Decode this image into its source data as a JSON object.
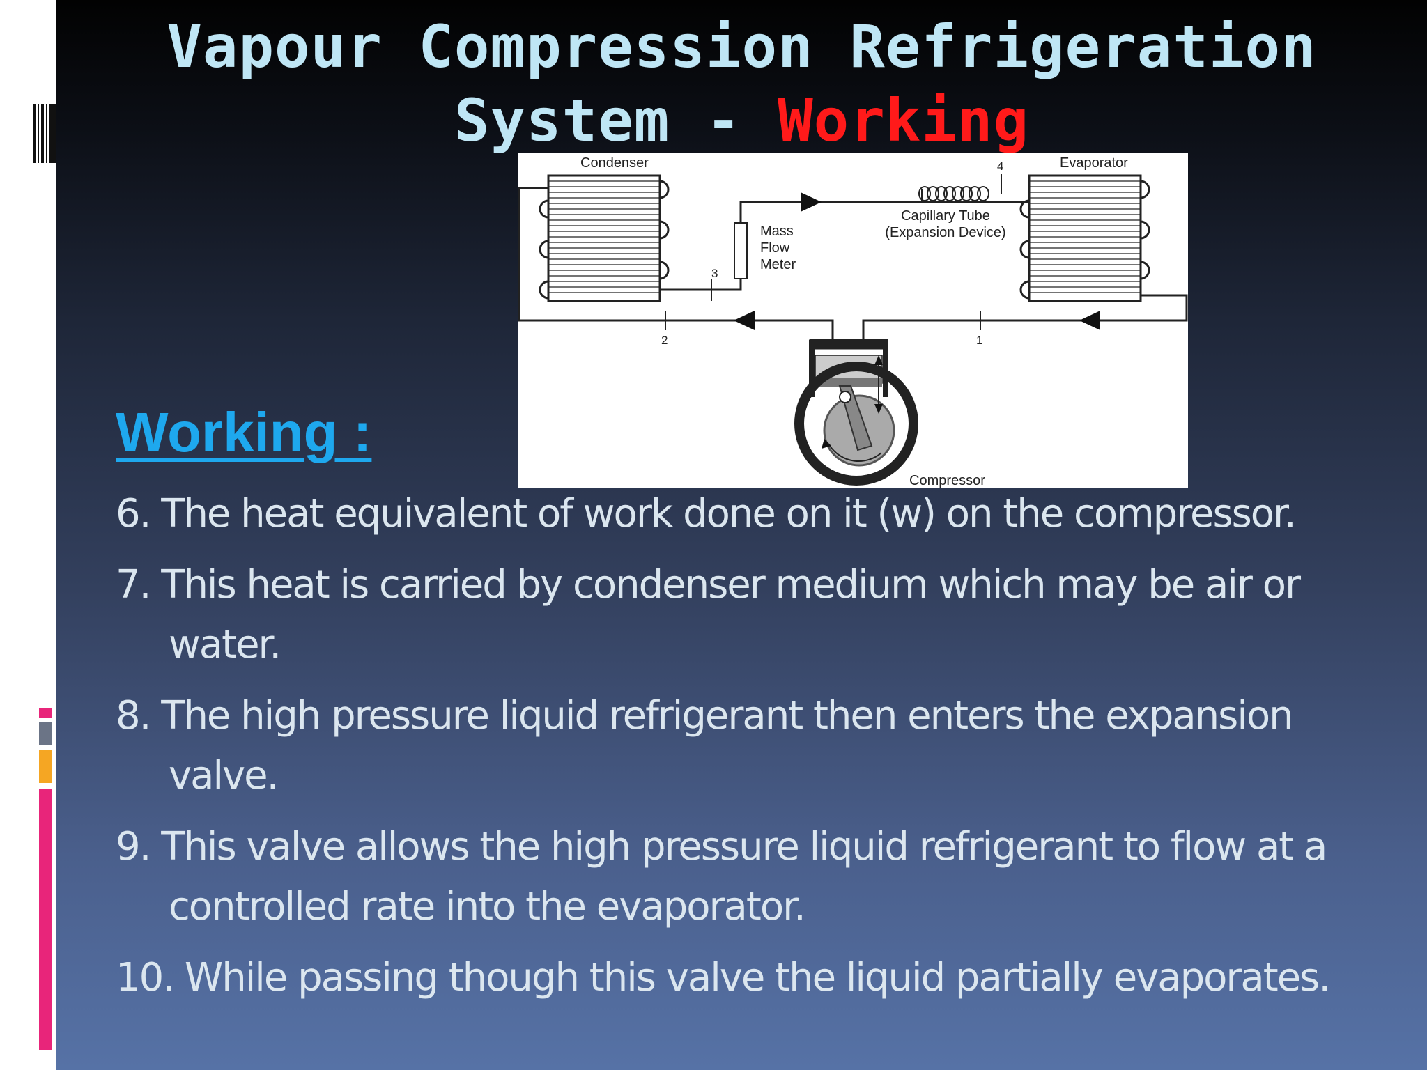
{
  "title": {
    "line1": "Vapour Compression Refrigeration",
    "line2_prefix": "System - ",
    "line2_highlight": "Working"
  },
  "section_heading": "Working :",
  "diagram": {
    "condenser_label": "Condenser",
    "evaporator_label": "Evaporator",
    "mass_flow_meter": [
      "Mass",
      "Flow",
      "Meter"
    ],
    "capillary_tube": [
      "Capillary Tube",
      "(Expansion Device)"
    ],
    "compressor_label": "Compressor",
    "state_points": [
      "1",
      "2",
      "3",
      "4"
    ]
  },
  "points": [
    "6. The heat equivalent of work done on it (w) on the compressor.",
    "7. This heat is carried by condenser medium which may be air or water.",
    "8. The high pressure liquid refrigerant then enters the expansion valve.",
    "9. This valve allows the high pressure liquid refrigerant to flow at a controlled rate into the evaporator.",
    "10. While passing though this valve  the liquid partially evaporates."
  ],
  "colors": {
    "title": "#bfe6f5",
    "title_highlight": "#ff1a1a",
    "heading": "#1ea8ee",
    "body_text": "#dbe6ef"
  }
}
